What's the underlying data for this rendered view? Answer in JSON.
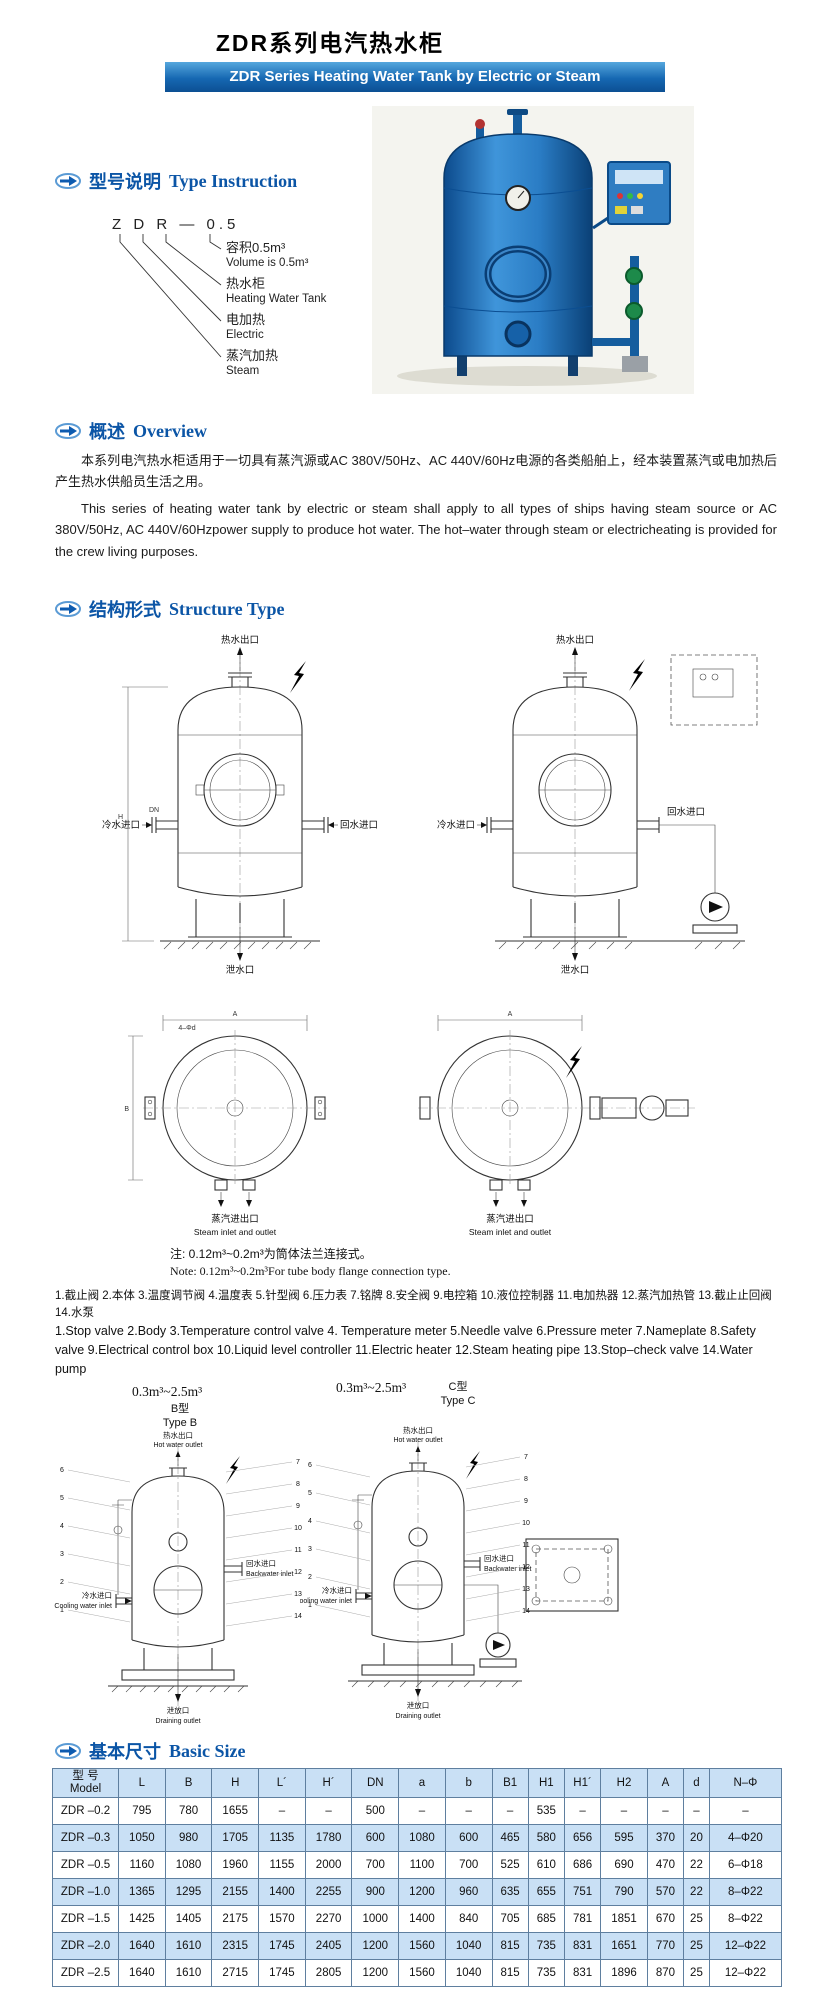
{
  "header": {
    "title_cn": "ZDR系列电汽热水柜",
    "banner_en": "ZDR Series Heating Water Tank by Electric or Steam"
  },
  "sections": {
    "type_instruction": {
      "heading_cn": "型号说明",
      "heading_en": "Type Instruction",
      "model_code": "Z D R — 0.5",
      "legend": [
        {
          "cn": "容积0.5m³",
          "en": "Volume is 0.5m³"
        },
        {
          "cn": "热水柜",
          "en": "Heating Water Tank"
        },
        {
          "cn": "电加热",
          "en": "Electric"
        },
        {
          "cn": "蒸汽加热",
          "en": "Steam"
        }
      ]
    },
    "overview": {
      "heading_cn": "概述",
      "heading_en": "Overview",
      "para_cn": "本系列电汽热水柜适用于一切具有蒸汽源或AC 380V/50Hz、AC 440V/60Hz电源的各类船舶上，经本装置蒸汽或电加热后产生热水供船员生活之用。",
      "para_en": "This series of heating water tank by electric or steam shall apply to all types of ships having steam source or AC 380V/50Hz, AC 440V/60Hzpower supply to produce hot water. The hot–water through steam or electricheating is provided for the crew living purposes."
    },
    "structure": {
      "heading_cn": "结构形式",
      "heading_en": "Structure Type",
      "labels": {
        "hot_water_outlet_cn": "热水出口",
        "hot_water_outlet_en": "Hot water outlet",
        "cold_water_inlet_cn": "冷水进口",
        "cooling_water_inlet_en": "Cooling water inlet",
        "backwater_inlet_cn": "回水进口",
        "backwater_inlet_en": "Backwater inlet",
        "drain_cn": "泄水口",
        "draining_outlet_cn": "泄放口",
        "draining_outlet_en": "Draining outlet",
        "steam_cn": "蒸汽进出口",
        "steam_en": "Steam inlet and outlet",
        "dn": "DN",
        "dim_a": "A",
        "dim_b": "B",
        "dim_h": "H",
        "bolt_note": "4–Φd"
      },
      "note_cn": "注: 0.12m³~0.2m³为筒体法兰连接式。",
      "note_en": "Note: 0.12m³~0.2m³For tube body flange connection type.",
      "parts_cn": "1.截止阀 2.本体 3.温度调节阀 4.温度表 5.针型阀 6.压力表 7.铭牌 8.安全阀 9.电控箱 10.液位控制器 11.电加热器 12.蒸汽加热管 13.截止止回阀 14.水泵",
      "parts_en": "1.Stop valve 2.Body 3.Temperature control valve 4. Temperature meter 5.Needle valve 6.Pressure meter 7.Nameplate 8.Safety valve 9.Electrical control box 10.Liquid level controller 11.Electric heater 12.Steam heating pipe 13.Stop–check valve 14.Water pump",
      "part_numbers": [
        "1",
        "2",
        "3",
        "4",
        "5",
        "6",
        "7",
        "8",
        "9",
        "10",
        "11",
        "12",
        "13",
        "14"
      ],
      "type_b": {
        "range": "0.3m³~2.5m³",
        "label_cn": "B型",
        "label_en": "Type B"
      },
      "type_c": {
        "range": "0.3m³~2.5m³",
        "label_cn": "C型",
        "label_en": "Type C"
      }
    },
    "basic_size": {
      "heading_cn": "基本尺寸",
      "heading_en": "Basic Size",
      "table": {
        "model_header_cn": "型 号",
        "model_header_en": "Model",
        "dim_headers": [
          "L",
          "B",
          "H",
          "L´",
          "H´",
          "DN",
          "a",
          "b",
          "B1",
          "H1",
          "H1´",
          "H2",
          "A",
          "d",
          "N–Φ"
        ],
        "rows": [
          [
            "ZDR –0.2",
            "795",
            "780",
            "1655",
            "–",
            "–",
            "500",
            "–",
            "–",
            "–",
            "535",
            "–",
            "–",
            "–",
            "–",
            "–"
          ],
          [
            "ZDR –0.3",
            "1050",
            "980",
            "1705",
            "1135",
            "1780",
            "600",
            "1080",
            "600",
            "465",
            "580",
            "656",
            "595",
            "370",
            "20",
            "4–Φ20"
          ],
          [
            "ZDR –0.5",
            "1160",
            "1080",
            "1960",
            "1155",
            "2000",
            "700",
            "1100",
            "700",
            "525",
            "610",
            "686",
            "690",
            "470",
            "22",
            "6–Φ18"
          ],
          [
            "ZDR –1.0",
            "1365",
            "1295",
            "2155",
            "1400",
            "2255",
            "900",
            "1200",
            "960",
            "635",
            "655",
            "751",
            "790",
            "570",
            "22",
            "8–Φ22"
          ],
          [
            "ZDR –1.5",
            "1425",
            "1405",
            "2175",
            "1570",
            "2270",
            "1000",
            "1400",
            "840",
            "705",
            "685",
            "781",
            "1851",
            "670",
            "25",
            "8–Φ22"
          ],
          [
            "ZDR –2.0",
            "1640",
            "1610",
            "2315",
            "1745",
            "2405",
            "1200",
            "1560",
            "1040",
            "815",
            "735",
            "831",
            "1651",
            "770",
            "25",
            "12–Φ22"
          ],
          [
            "ZDR –2.5",
            "1640",
            "1610",
            "2715",
            "1745",
            "2805",
            "1200",
            "1560",
            "1040",
            "815",
            "735",
            "831",
            "1896",
            "870",
            "25",
            "12–Φ22"
          ]
        ]
      }
    }
  }
}
